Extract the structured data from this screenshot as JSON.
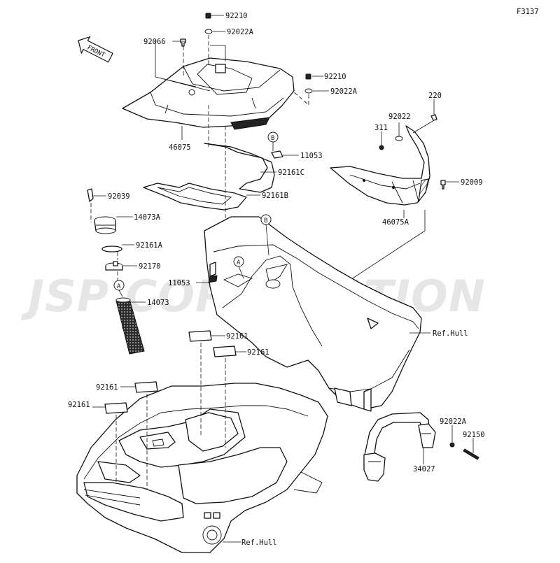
{
  "diagram_id": "F3137",
  "watermark": "JSP CORPORATION",
  "front_arrow": "FRONT",
  "callouts": {
    "a": "A",
    "b": "B"
  },
  "parts": {
    "p92210_top": "92210",
    "p92022A_top": "92022A",
    "p92066": "92066",
    "p92210_mid": "92210",
    "p92022A_mid": "92022A",
    "p46075": "46075",
    "p11053_upper": "11053",
    "p92161C": "92161C",
    "p92161B": "92161B",
    "p220": "220",
    "p92022": "92022",
    "p311": "311",
    "p92009": "92009",
    "p46075A": "46075A",
    "p92039": "92039",
    "p14073A": "14073A",
    "p92161A": "92161A",
    "p92170": "92170",
    "p14073": "14073",
    "p11053_lower": "11053",
    "ref_hull_1": "Ref.Hull",
    "p92161_a": "92161",
    "p92161_b": "92161",
    "p92161_c": "92161",
    "p92161_d": "92161",
    "p92022A_low": "92022A",
    "p92150": "92150",
    "p34027": "34027",
    "ref_hull_2": "Ref.Hull"
  }
}
